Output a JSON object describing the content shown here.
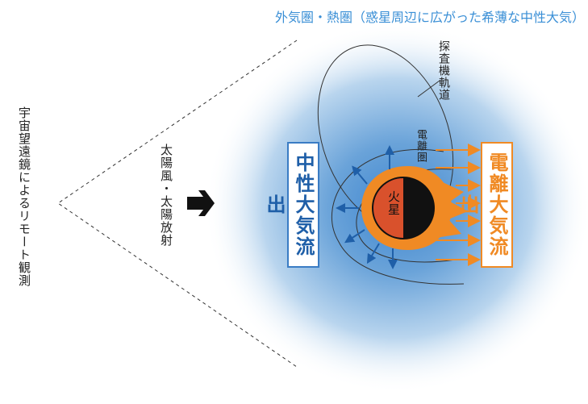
{
  "title": "外気圏・熱圏（惑星周辺に広がった希薄な中性大気）",
  "labels": {
    "remote_observation": "宇宙望遠鏡によるリモート観測",
    "solar_wind": "太陽風・太陽放射",
    "probe_orbit": "探査機軌道",
    "ionosphere": "電離圏",
    "mars": "火星",
    "neutral_outflow": "中性大気流出",
    "ion_outflow": "電離大気流出"
  },
  "colors": {
    "title_blue": "#3a8fd6",
    "neutral_blue": "#1f5fa8",
    "ion_orange": "#f08a24",
    "planet_red": "#d9512c",
    "glow_blue": "#5b98d4"
  }
}
